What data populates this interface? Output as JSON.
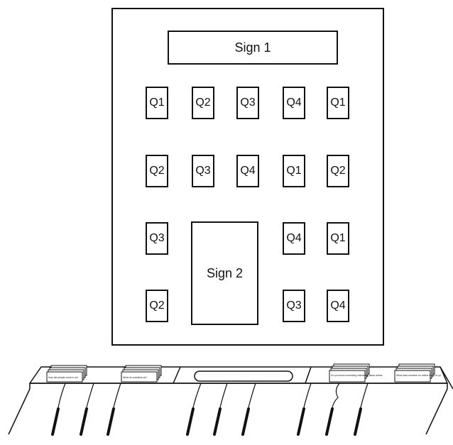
{
  "signs": {
    "sign1": "Sign 1",
    "sign2": "Sign 2"
  },
  "questions": {
    "grid": [
      [
        "Q1",
        "Q2",
        "Q3",
        "Q4",
        "Q1"
      ],
      [
        "Q2",
        "Q3",
        "Q4",
        "Q1",
        "Q2"
      ],
      [
        "Q3",
        "",
        "",
        "Q4",
        "Q1"
      ],
      [
        "Q2",
        "",
        "",
        "Q3",
        "Q4"
      ]
    ]
  },
  "card_stacks": [
    "How did people come to sel",
    "What do scientists do?",
    "Do you know something interesting about anima",
    "What does research on anima mean to yo"
  ]
}
